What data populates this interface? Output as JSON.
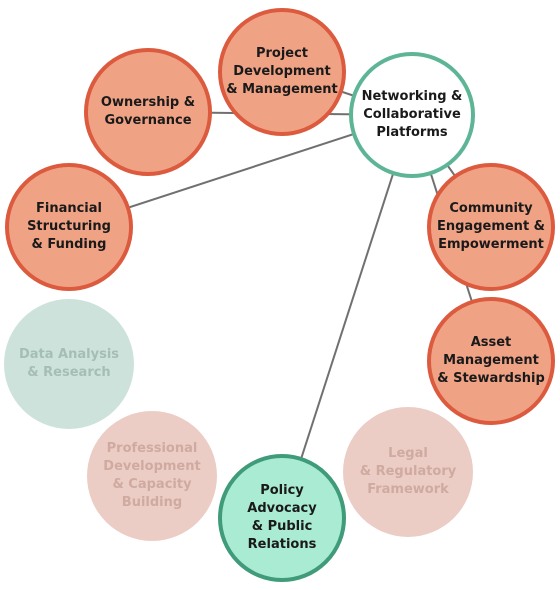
{
  "diagram": {
    "nodes": [
      {
        "id": "project",
        "label": "Project\nDevelopment\n& Management",
        "state": "active"
      },
      {
        "id": "networking",
        "label": "Networking &\nCollaborative\nPlatforms",
        "state": "hub"
      },
      {
        "id": "ownership",
        "label": "Ownership &\nGovernance",
        "state": "active"
      },
      {
        "id": "financial",
        "label": "Financial\nStructuring\n& Funding",
        "state": "active"
      },
      {
        "id": "community",
        "label": "Community\nEngagement &\nEmpowerment",
        "state": "active"
      },
      {
        "id": "asset",
        "label": "Asset\nManagement\n& Stewardship",
        "state": "active"
      },
      {
        "id": "data",
        "label": "Data Analysis\n& Research",
        "state": "inactive"
      },
      {
        "id": "professional",
        "label": "Professional\nDevelopment\n& Capacity\nBuilding",
        "state": "inactive"
      },
      {
        "id": "legal",
        "label": "Legal\n& Regulatory\nFramework",
        "state": "inactive"
      },
      {
        "id": "policy",
        "label": "Policy\nAdvocacy\n& Public\nRelations",
        "state": "selected"
      }
    ],
    "connections": [
      [
        "networking",
        "project"
      ],
      [
        "networking",
        "ownership"
      ],
      [
        "networking",
        "financial"
      ],
      [
        "networking",
        "community"
      ],
      [
        "networking",
        "asset"
      ],
      [
        "networking",
        "policy"
      ]
    ],
    "colors": {
      "active_fill": "#f0a285",
      "active_border": "#dc5b3f",
      "hub_border": "#5eb596",
      "selected_fill": "#a9ebd3",
      "selected_border": "#3f9b79",
      "connector": "#707070",
      "inactive_green": "#cde2da",
      "inactive_pink": "#eccdc5"
    }
  }
}
